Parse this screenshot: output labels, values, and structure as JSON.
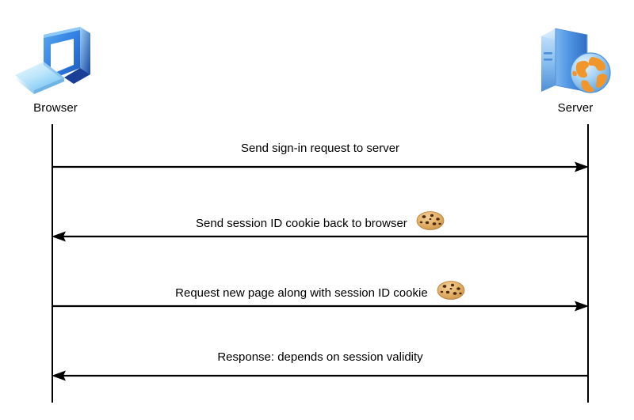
{
  "diagram": {
    "type": "sequence-diagram",
    "background_color": "#ffffff",
    "line_color": "#000000",
    "actors": [
      {
        "id": "browser",
        "label": "Browser",
        "icon": "laptop-icon",
        "side": "left"
      },
      {
        "id": "server",
        "label": "Server",
        "icon": "server-globe-icon",
        "side": "right"
      }
    ],
    "messages": [
      {
        "index": 1,
        "text": "Send sign-in request to server",
        "from": "browser",
        "to": "server",
        "direction": "right",
        "has_cookie": false
      },
      {
        "index": 2,
        "text": "Send session ID cookie back to browser",
        "from": "server",
        "to": "browser",
        "direction": "left",
        "has_cookie": true,
        "cookie_icon": "cookie-emoji"
      },
      {
        "index": 3,
        "text": "Request new page along with session ID cookie",
        "from": "browser",
        "to": "server",
        "direction": "right",
        "has_cookie": true,
        "cookie_icon": "cookie-emoji"
      },
      {
        "index": 4,
        "text": "Response: depends on session validity",
        "from": "server",
        "to": "browser",
        "direction": "left",
        "has_cookie": false
      }
    ]
  },
  "colors": {
    "laptop_bezel": "#2f7de1",
    "laptop_base": "#9ed8f7",
    "laptop_screen": "#ffffff",
    "server_body": "#5a9de8",
    "globe_ocean": "#a9d4f5",
    "globe_land": "#f0962a",
    "cookie_dough": "#e3b066",
    "cookie_chip": "#5a3118",
    "stroke": "#000000"
  }
}
